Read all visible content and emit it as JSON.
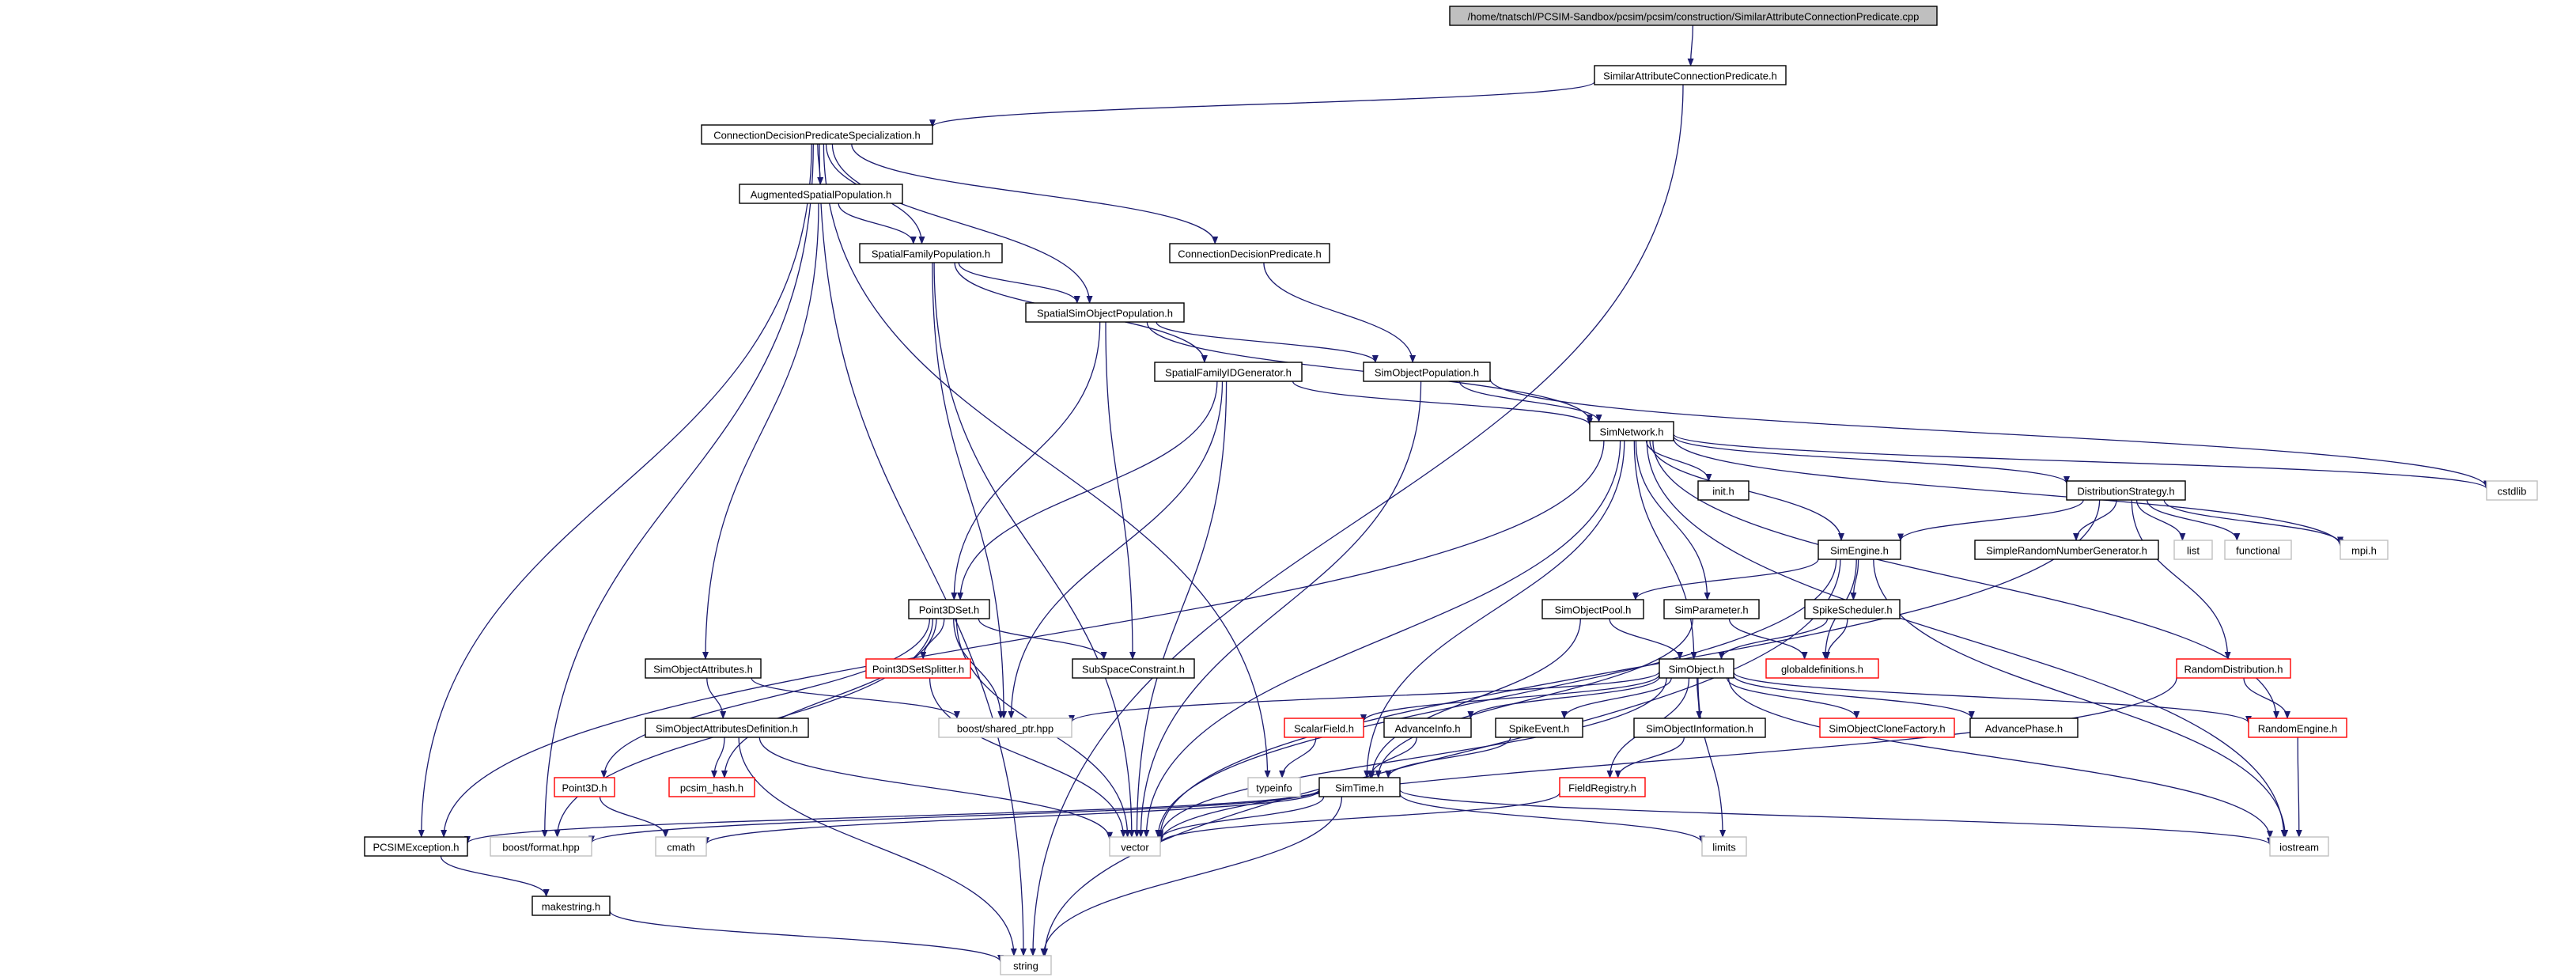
{
  "colors": {
    "edge": "#1b1b6f",
    "root_fill": "#bfbfbf",
    "normal_border": "#000000",
    "truncated_border": "#ff0000",
    "external_border": "#c0c0c0"
  },
  "nodes": [
    {
      "id": "root",
      "label": "/home/tnatschl/PCSIM-Sandbox/pcsim/pcsim/construction/SimilarAttributeConnectionPredicate.cpp",
      "kind": "root"
    },
    {
      "id": "sacp",
      "label": "SimilarAttributeConnectionPredicate.h",
      "kind": "normal"
    },
    {
      "id": "cdps",
      "label": "ConnectionDecisionPredicateSpecialization.h",
      "kind": "normal"
    },
    {
      "id": "asp",
      "label": "AugmentedSpatialPopulation.h",
      "kind": "normal"
    },
    {
      "id": "sfp",
      "label": "SpatialFamilyPopulation.h",
      "kind": "normal"
    },
    {
      "id": "cdp",
      "label": "ConnectionDecisionPredicate.h",
      "kind": "normal"
    },
    {
      "id": "ssop",
      "label": "SpatialSimObjectPopulation.h",
      "kind": "normal"
    },
    {
      "id": "sfig",
      "label": "SpatialFamilyIDGenerator.h",
      "kind": "normal"
    },
    {
      "id": "sop",
      "label": "SimObjectPopulation.h",
      "kind": "normal"
    },
    {
      "id": "sn",
      "label": "SimNetwork.h",
      "kind": "normal"
    },
    {
      "id": "cstdlib",
      "label": "cstdlib",
      "kind": "external"
    },
    {
      "id": "init",
      "label": "init.h",
      "kind": "normal"
    },
    {
      "id": "ds",
      "label": "DistributionStrategy.h",
      "kind": "normal"
    },
    {
      "id": "se",
      "label": "SimEngine.h",
      "kind": "normal"
    },
    {
      "id": "srng",
      "label": "SimpleRandomNumberGenerator.h",
      "kind": "normal"
    },
    {
      "id": "list",
      "label": "list",
      "kind": "external"
    },
    {
      "id": "functional",
      "label": "functional",
      "kind": "external"
    },
    {
      "id": "mpi",
      "label": "mpi.h",
      "kind": "external"
    },
    {
      "id": "p3ds",
      "label": "Point3DSet.h",
      "kind": "normal"
    },
    {
      "id": "sopool",
      "label": "SimObjectPool.h",
      "kind": "normal"
    },
    {
      "id": "sparam",
      "label": "SimParameter.h",
      "kind": "normal"
    },
    {
      "id": "ss",
      "label": "SpikeScheduler.h",
      "kind": "normal"
    },
    {
      "id": "soa",
      "label": "SimObjectAttributes.h",
      "kind": "normal"
    },
    {
      "id": "p3dss",
      "label": "Point3DSetSplitter.h",
      "kind": "truncated"
    },
    {
      "id": "ssc",
      "label": "SubSpaceConstraint.h",
      "kind": "normal"
    },
    {
      "id": "so",
      "label": "SimObject.h",
      "kind": "normal"
    },
    {
      "id": "gd",
      "label": "globaldefinitions.h",
      "kind": "truncated"
    },
    {
      "id": "rd",
      "label": "RandomDistribution.h",
      "kind": "truncated"
    },
    {
      "id": "bsp",
      "label": "boost/shared_ptr.hpp",
      "kind": "external"
    },
    {
      "id": "soad",
      "label": "SimObjectAttributesDefinition.h",
      "kind": "normal"
    },
    {
      "id": "sf",
      "label": "ScalarField.h",
      "kind": "truncated"
    },
    {
      "id": "ai",
      "label": "AdvanceInfo.h",
      "kind": "normal"
    },
    {
      "id": "spe",
      "label": "SpikeEvent.h",
      "kind": "normal"
    },
    {
      "id": "soi",
      "label": "SimObjectInformation.h",
      "kind": "normal"
    },
    {
      "id": "socf",
      "label": "SimObjectCloneFactory.h",
      "kind": "truncated"
    },
    {
      "id": "ap",
      "label": "AdvancePhase.h",
      "kind": "normal"
    },
    {
      "id": "re",
      "label": "RandomEngine.h",
      "kind": "truncated"
    },
    {
      "id": "p3d",
      "label": "Point3D.h",
      "kind": "truncated"
    },
    {
      "id": "ph",
      "label": "pcsim_hash.h",
      "kind": "truncated"
    },
    {
      "id": "typeinfo",
      "label": "typeinfo",
      "kind": "external"
    },
    {
      "id": "st",
      "label": "SimTime.h",
      "kind": "normal"
    },
    {
      "id": "fr",
      "label": "FieldRegistry.h",
      "kind": "truncated"
    },
    {
      "id": "pce",
      "label": "PCSIMException.h",
      "kind": "normal"
    },
    {
      "id": "bf",
      "label": "boost/format.hpp",
      "kind": "external"
    },
    {
      "id": "cmath",
      "label": "cmath",
      "kind": "external"
    },
    {
      "id": "vector",
      "label": "vector",
      "kind": "external"
    },
    {
      "id": "limits",
      "label": "limits",
      "kind": "external"
    },
    {
      "id": "iostream",
      "label": "iostream",
      "kind": "external"
    },
    {
      "id": "ms",
      "label": "makestring.h",
      "kind": "normal"
    },
    {
      "id": "string",
      "label": "string",
      "kind": "external"
    }
  ],
  "edges": [
    [
      "root",
      "sacp"
    ],
    [
      "sacp",
      "cdps"
    ],
    [
      "sacp",
      "string"
    ],
    [
      "cdps",
      "asp"
    ],
    [
      "cdps",
      "sfp"
    ],
    [
      "cdps",
      "cdp"
    ],
    [
      "cdps",
      "ssop"
    ],
    [
      "cdps",
      "typeinfo"
    ],
    [
      "cdps",
      "pce"
    ],
    [
      "cdps",
      "bf"
    ],
    [
      "cdps",
      "string"
    ],
    [
      "asp",
      "sfp"
    ],
    [
      "asp",
      "soa"
    ],
    [
      "sfp",
      "ssop"
    ],
    [
      "sfp",
      "sfig"
    ],
    [
      "sfp",
      "bsp"
    ],
    [
      "sfp",
      "vector"
    ],
    [
      "cdp",
      "sop"
    ],
    [
      "ssop",
      "sop"
    ],
    [
      "ssop",
      "p3ds"
    ],
    [
      "ssop",
      "ssc"
    ],
    [
      "ssop",
      "sn"
    ],
    [
      "sfig",
      "sn"
    ],
    [
      "sfig",
      "p3ds"
    ],
    [
      "sfig",
      "bsp"
    ],
    [
      "sfig",
      "vector"
    ],
    [
      "sop",
      "sn"
    ],
    [
      "sop",
      "cstdlib"
    ],
    [
      "sop",
      "vector"
    ],
    [
      "sn",
      "init"
    ],
    [
      "sn",
      "ds"
    ],
    [
      "sn",
      "se"
    ],
    [
      "sn",
      "mpi"
    ],
    [
      "sn",
      "cstdlib"
    ],
    [
      "sn",
      "sparam"
    ],
    [
      "sn",
      "so"
    ],
    [
      "sn",
      "re"
    ],
    [
      "sn",
      "vector"
    ],
    [
      "sn",
      "st"
    ],
    [
      "sn",
      "pce"
    ],
    [
      "sn",
      "iostream"
    ],
    [
      "ds",
      "se"
    ],
    [
      "ds",
      "srng"
    ],
    [
      "ds",
      "list"
    ],
    [
      "ds",
      "functional"
    ],
    [
      "ds",
      "mpi"
    ],
    [
      "ds",
      "rd"
    ],
    [
      "ds",
      "vector"
    ],
    [
      "se",
      "sopool"
    ],
    [
      "se",
      "ss"
    ],
    [
      "se",
      "gd"
    ],
    [
      "se",
      "string"
    ],
    [
      "se",
      "iostream"
    ],
    [
      "se",
      "vector"
    ],
    [
      "p3ds",
      "p3d"
    ],
    [
      "p3ds",
      "p3dss"
    ],
    [
      "p3ds",
      "ssc"
    ],
    [
      "p3ds",
      "bsp"
    ],
    [
      "p3ds",
      "ph"
    ],
    [
      "p3ds",
      "vector"
    ],
    [
      "p3ds",
      "bf"
    ],
    [
      "sopool",
      "so"
    ],
    [
      "sopool",
      "st"
    ],
    [
      "sparam",
      "gd"
    ],
    [
      "sparam",
      "st"
    ],
    [
      "ss",
      "so"
    ],
    [
      "ss",
      "gd"
    ],
    [
      "soa",
      "soad"
    ],
    [
      "soa",
      "bsp"
    ],
    [
      "p3dss",
      "vector"
    ],
    [
      "so",
      "bsp"
    ],
    [
      "so",
      "sf"
    ],
    [
      "so",
      "ai"
    ],
    [
      "so",
      "spe"
    ],
    [
      "so",
      "soi"
    ],
    [
      "so",
      "socf"
    ],
    [
      "so",
      "ap"
    ],
    [
      "so",
      "fr"
    ],
    [
      "so",
      "re"
    ],
    [
      "so",
      "vector"
    ],
    [
      "so",
      "limits"
    ],
    [
      "so",
      "iostream"
    ],
    [
      "rd",
      "re"
    ],
    [
      "rd",
      "vector"
    ],
    [
      "soad",
      "ph"
    ],
    [
      "soad",
      "vector"
    ],
    [
      "soad",
      "string"
    ],
    [
      "sf",
      "typeinfo"
    ],
    [
      "ai",
      "st"
    ],
    [
      "spe",
      "st"
    ],
    [
      "soi",
      "fr"
    ],
    [
      "re",
      "iostream"
    ],
    [
      "p3d",
      "cmath"
    ],
    [
      "st",
      "pce"
    ],
    [
      "st",
      "bf"
    ],
    [
      "st",
      "cmath"
    ],
    [
      "st",
      "vector"
    ],
    [
      "st",
      "limits"
    ],
    [
      "st",
      "iostream"
    ],
    [
      "st",
      "string"
    ],
    [
      "fr",
      "vector"
    ],
    [
      "pce",
      "ms"
    ],
    [
      "ms",
      "string"
    ]
  ]
}
